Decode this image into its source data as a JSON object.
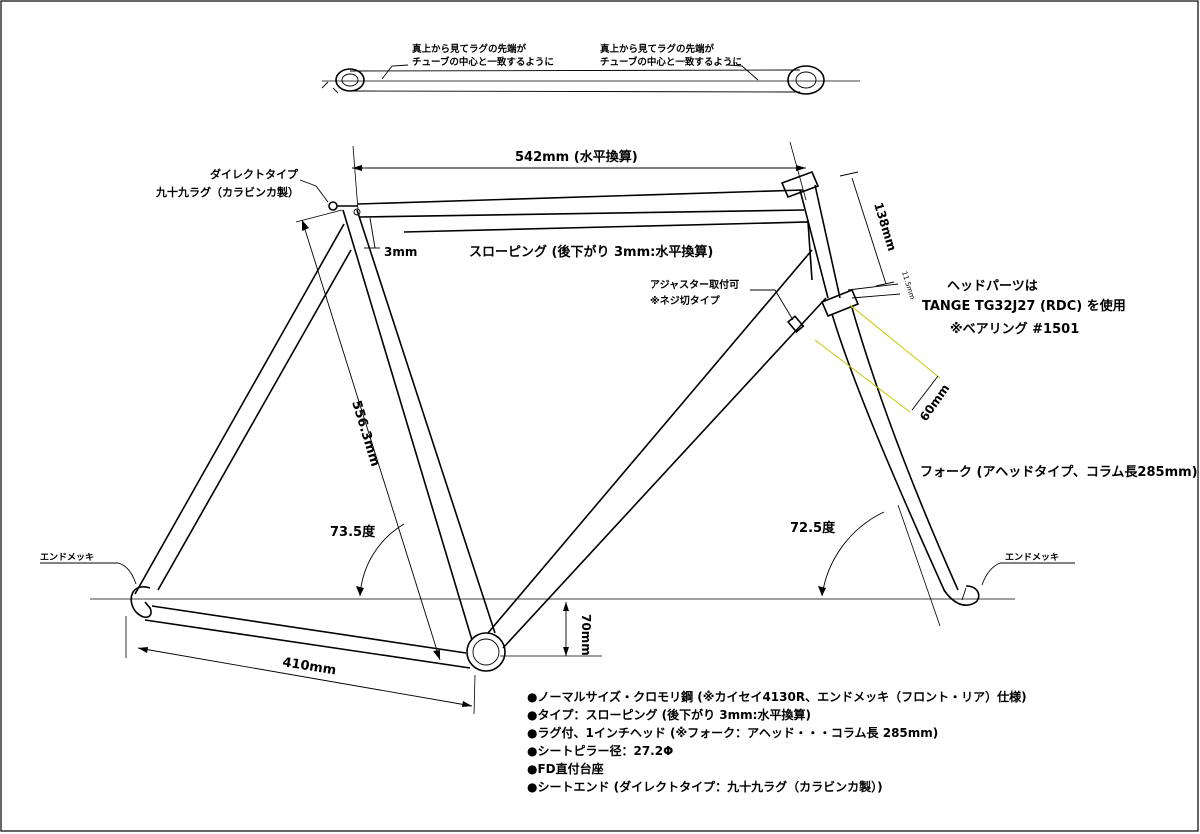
{
  "top_view": {
    "note_left": [
      "真上から見てラグの先端が",
      "チューブの中心と一致するように"
    ],
    "note_right": [
      "真上から見てラグの先端が",
      "チューブの中心と一致するように"
    ]
  },
  "labels": {
    "direct_type": "ダイレクトタイプ",
    "kujukuku_lug": "九十九ラグ（カラビンカ製）",
    "top_tube": "542mm (水平換算)",
    "sloping": "スローピング (後下がり 3mm:水平換算)",
    "three_mm": "3mm",
    "head_tube": "138mm",
    "stack_small": "11.5mm",
    "adjuster_1": "アジャスター取付可",
    "adjuster_2": "※ネジ切タイプ",
    "headparts_1": "ヘッドパーツは",
    "headparts_2": "TANGE TG32J27 (RDC) を使用",
    "headparts_3": "※ベアリング #1501",
    "seat_tube": "556.3mm",
    "fork_offset": "60mm",
    "fork_desc": "フォーク (アヘッドタイプ、コラム長285mm)",
    "seat_angle": "73.5度",
    "head_angle": "72.5度",
    "end_left": "エンドメッキ",
    "end_right": "エンドメッキ",
    "bb_drop": "70mm",
    "chainstay": "410mm"
  },
  "specs": [
    "●ノーマルサイズ・クロモリ鋼 (※カイセイ4130R、エンドメッキ（フロント・リア）仕様)",
    "●タイプ：スローピング (後下がり 3mm:水平換算)",
    "●ラグ付、1インチヘッド (※フォーク：アヘッド・・・コラム長 285mm)",
    "●シートピラー径：27.2Φ",
    "●FD直付台座",
    "●シートエンド (ダイレクトタイプ：九十九ラグ（カラビンカ製）)"
  ],
  "colors": {
    "ink": "#000000",
    "hint": "#c8c800",
    "background": "#ffffff"
  }
}
